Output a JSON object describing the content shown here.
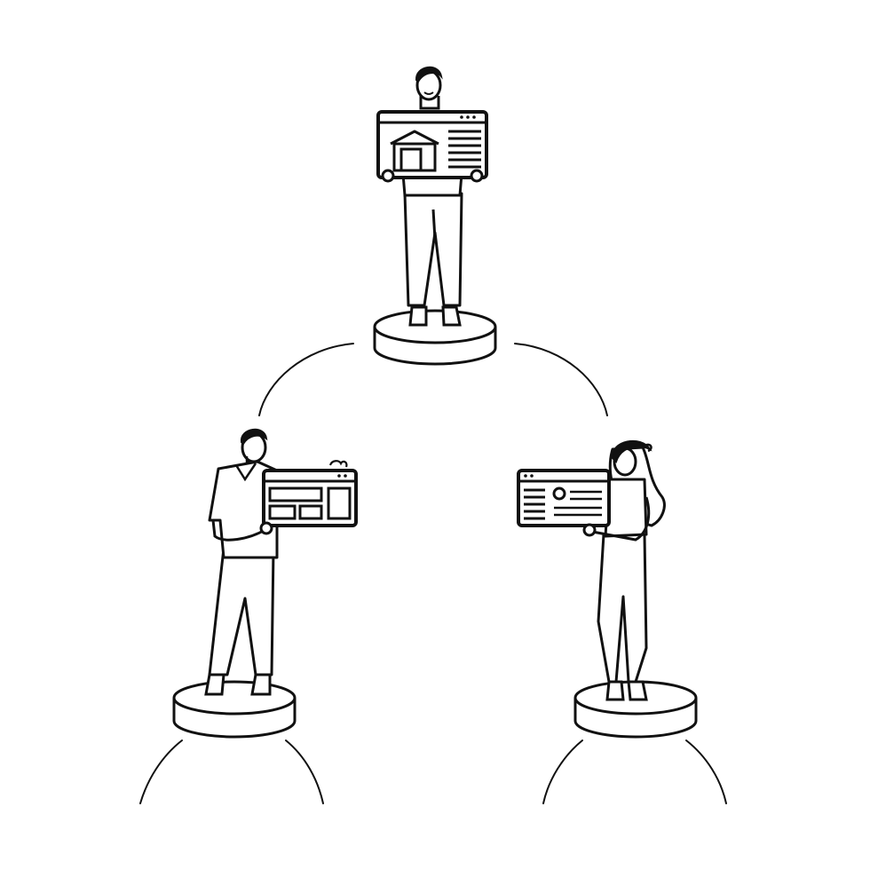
{
  "canvas": {
    "background": "#ffffff",
    "stroke_color": "#111111",
    "fill_dark": "#111111"
  },
  "figures": [
    {
      "role": "top-man",
      "holding": "browser-window-with-house-icon"
    },
    {
      "role": "left-man",
      "holding": "browser-window-with-layout-blocks"
    },
    {
      "role": "right-woman",
      "holding": "browser-window-with-profile-card"
    }
  ],
  "connectors": [
    "top-pedestal-to-left-pedestal",
    "top-pedestal-to-right-pedestal",
    "left-pedestal-downward",
    "right-pedestal-downward"
  ]
}
